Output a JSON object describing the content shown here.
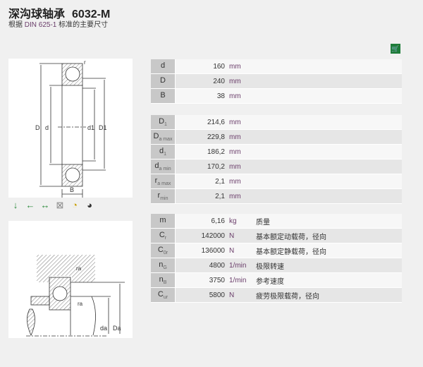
{
  "header": {
    "title": "深沟球轴承",
    "code": "6032-M",
    "subtitle_pre": "根据",
    "standard": "DIN 625-1",
    "subtitle_post": "标准的主要尺寸"
  },
  "drawing1": {
    "labels": {
      "D": "D",
      "d": "d",
      "d1": "d1",
      "D1": "D1",
      "B": "B",
      "r": "r"
    }
  },
  "drawing2": {
    "labels": {
      "ra": "ra",
      "da": "da",
      "Da": "Da"
    }
  },
  "icons": [
    "radial-load-icon",
    "axial-load-icon",
    "bidirectional-axial-load-icon",
    "misalignment-icon",
    "speed-icon",
    "lubrication-icon"
  ],
  "tables": [
    {
      "rows": [
        {
          "sym": "d",
          "sub": "",
          "value": "160",
          "unit": "mm"
        },
        {
          "sym": "D",
          "sub": "",
          "value": "240",
          "unit": "mm"
        },
        {
          "sym": "B",
          "sub": "",
          "value": "38",
          "unit": "mm"
        }
      ]
    },
    {
      "rows": [
        {
          "sym": "D",
          "sub": "1",
          "value": "214,6",
          "unit": "mm"
        },
        {
          "sym": "D",
          "sub": "a max",
          "value": "229,8",
          "unit": "mm"
        },
        {
          "sym": "d",
          "sub": "1",
          "value": "186,2",
          "unit": "mm"
        },
        {
          "sym": "d",
          "sub": "a min",
          "value": "170,2",
          "unit": "mm"
        },
        {
          "sym": "r",
          "sub": "a max",
          "value": "2,1",
          "unit": "mm"
        },
        {
          "sym": "r",
          "sub": "min",
          "value": "2,1",
          "unit": "mm"
        }
      ]
    },
    {
      "rows": [
        {
          "sym": "m",
          "sub": "",
          "value": "6,16",
          "unit": "kg",
          "desc": "质量"
        },
        {
          "sym": "C",
          "sub": "r",
          "value": "142000",
          "unit": "N",
          "desc": "基本额定动载荷，径向"
        },
        {
          "sym": "C",
          "sub": "0r",
          "value": "136000",
          "unit": "N",
          "desc": "基本额定静载荷，径向"
        },
        {
          "sym": "n",
          "sub": "G",
          "value": "4800",
          "unit": "1/min",
          "desc": "极限转速"
        },
        {
          "sym": "n",
          "sub": "B",
          "value": "3750",
          "unit": "1/min",
          "desc": "参考速度"
        },
        {
          "sym": "C",
          "sub": "ur",
          "value": "5800",
          "unit": "N",
          "desc": "疲劳极限载荷，径向"
        }
      ]
    }
  ]
}
